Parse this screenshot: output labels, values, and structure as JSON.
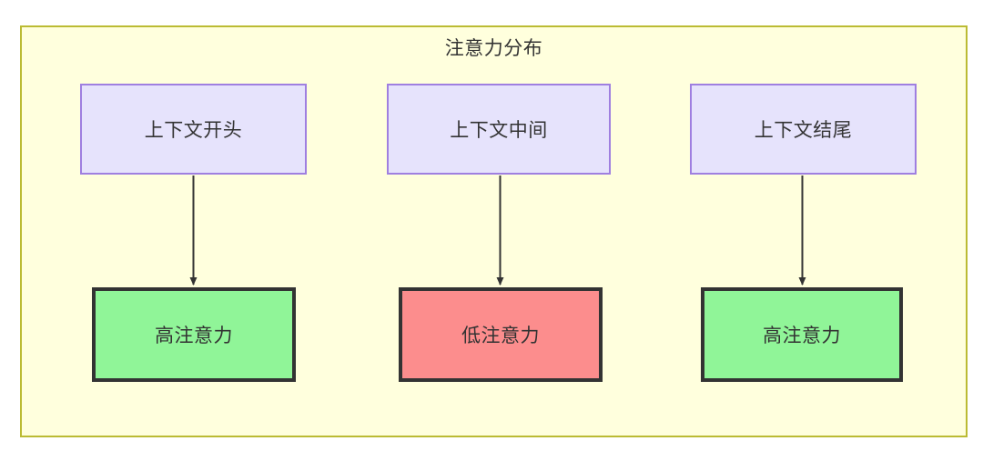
{
  "diagram": {
    "title": "注意力分布",
    "background_color": "#ffffdd",
    "border_color": "#bbbb33",
    "nodes": {
      "context": [
        {
          "id": "ctx-start",
          "label": "上下文开头",
          "fill": "#e6e3fc",
          "stroke": "#9f7fe0"
        },
        {
          "id": "ctx-middle",
          "label": "上下文中间",
          "fill": "#e6e3fc",
          "stroke": "#9f7fe0"
        },
        {
          "id": "ctx-end",
          "label": "上下文结尾",
          "fill": "#e6e3fc",
          "stroke": "#9f7fe0"
        }
      ],
      "attention": [
        {
          "id": "att-1",
          "label": "高注意力",
          "fill": "#90f598",
          "stroke": "#333333"
        },
        {
          "id": "att-2",
          "label": "低注意力",
          "fill": "#fc8d8d",
          "stroke": "#333333"
        },
        {
          "id": "att-3",
          "label": "高注意力",
          "fill": "#90f598",
          "stroke": "#333333"
        }
      ]
    },
    "edges": [
      {
        "from": "ctx-start",
        "to": "att-1",
        "label": ""
      },
      {
        "from": "ctx-middle",
        "to": "att-2",
        "label": ""
      },
      {
        "from": "ctx-end",
        "to": "att-3",
        "label": ""
      }
    ],
    "edge_color": "#333333"
  }
}
